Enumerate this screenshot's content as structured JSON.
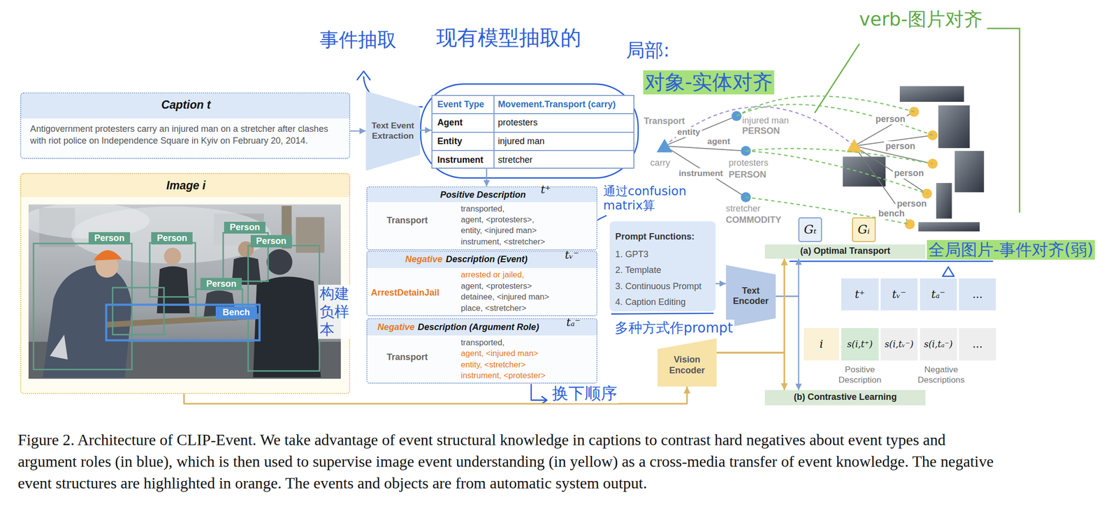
{
  "diagram": {
    "caption": "Figure 2. Architecture of CLIP-Event. We take advantage of event structural knowledge in captions to contrast hard negatives about event types and argument roles (in blue), which is then used to supervise image event understanding (in yellow) as a cross-media transfer of event knowledge. The negative event structures are highlighted in orange. The events and objects are from automatic system output.",
    "nodes": [
      {
        "text": [
          "Caption t",
          "Antigovernment protesters carry an injured man on a stretcher after clashes with riot police on Independence Square in Kyiv on February 20, 2014."
        ]
      },
      {
        "text": [
          "Image i"
        ]
      },
      {
        "text": [
          "Person"
        ],
        "in": 1
      },
      {
        "text": [
          "Person"
        ],
        "in": 1
      },
      {
        "text": [
          "Person"
        ],
        "in": 1
      },
      {
        "text": [
          "Person"
        ],
        "in": 1
      },
      {
        "text": [
          "Person"
        ],
        "in": 1
      },
      {
        "text": [
          "Bench"
        ],
        "in": 1
      },
      {
        "text": [
          "Text Event Extraction"
        ]
      },
      {
        "text": [
          "Event Type",
          "Movement.Transport (carry)",
          "Agent",
          "protesters",
          "Entity",
          "injured man",
          "Instrument",
          "stretcher"
        ]
      },
      {
        "text": [
          "Positive Description",
          "t⁺",
          "Transport",
          "transported,",
          "agent, <protesters>,",
          "entity, <injured man>",
          "instrument, <stretcher>"
        ]
      },
      {
        "text": [
          "Negative",
          "Description (Event)",
          "tᵥ⁻",
          "ArrestDetainJail",
          "arrested or jailed,",
          "agent, <protesters>",
          "detainee, <injured man>",
          "place, <stretcher>"
        ]
      },
      {
        "text": [
          "Negative",
          "Description (Argument Role)",
          "tₐ⁻",
          "Transport",
          "transported,",
          "agent, <injured man>",
          "entity, <stretcher>",
          "instrument, <protester>"
        ]
      },
      {
        "text": [
          "Prompt Functions:",
          "1. GPT3",
          "2. Template",
          "3. Continuous Prompt",
          "4. Caption Editing"
        ]
      },
      {
        "text": [
          "Text Encoder"
        ]
      },
      {
        "text": [
          "Vision Encoder"
        ]
      },
      {
        "text": [
          "Gₜ"
        ]
      },
      {
        "text": [
          "Gᵢ"
        ]
      },
      {
        "text": [
          "(a) Optimal Transport"
        ]
      },
      {
        "text": [
          "t⁺"
        ]
      },
      {
        "text": [
          "tᵥ⁻"
        ]
      },
      {
        "text": [
          "tₐ⁻"
        ]
      },
      {
        "text": [
          "..."
        ]
      },
      {
        "text": [
          "i"
        ]
      },
      {
        "text": [
          "s(i,t⁺)"
        ]
      },
      {
        "text": [
          "s(i,tᵥ⁻)"
        ]
      },
      {
        "text": [
          "s(i,tₐ⁻)"
        ]
      },
      {
        "text": [
          "..."
        ]
      },
      {
        "text": [
          "(b) Contrastive Learning"
        ]
      }
    ],
    "edges": [
      {
        "from": 0,
        "to": 8,
        "arrow": "to"
      },
      {
        "from": 8,
        "to": 9,
        "arrow": "to"
      },
      {
        "from": 9,
        "to": 10,
        "arrow": "to"
      },
      {
        "from": 13,
        "to": 14,
        "arrow": "to"
      },
      {
        "from": 14,
        "to": 18,
        "arrow": "to"
      },
      {
        "from": 14,
        "to": 28,
        "arrow": "to"
      },
      {
        "from": 15,
        "to": 18,
        "arrow": "to"
      },
      {
        "from": 15,
        "to": 28,
        "arrow": "to"
      },
      {
        "from": 1,
        "to": 15,
        "arrow": "to"
      }
    ],
    "labels": [
      "事件抽取",
      "现有模型抽取的",
      "局部:",
      "对象-实体对齐",
      "verb-图片对齐",
      "Transport",
      "carry",
      "entity",
      "agent",
      "instrument",
      "injured man",
      "PERSON",
      "protesters",
      "PERSON",
      "stretcher",
      "COMMODITY",
      "person",
      "person",
      "person",
      "person",
      "bench",
      "通过confusion matrix算",
      "构建负样本",
      "多种方式作prompt",
      "换下顺序",
      "全局图片-事件对齐(弱)",
      "Positive Description",
      "Negative Descriptions"
    ]
  }
}
